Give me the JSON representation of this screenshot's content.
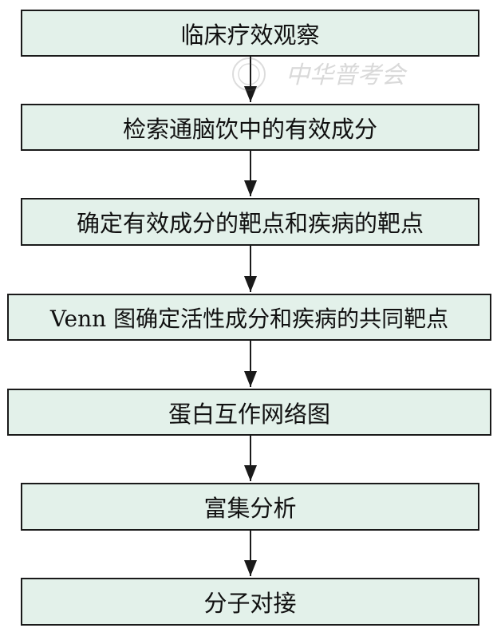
{
  "flowchart": {
    "steps": [
      {
        "label": "临床疗效观察"
      },
      {
        "label": "检索通脑饮中的有效成分"
      },
      {
        "label": "确定有效成分的靶点和疾病的靶点"
      },
      {
        "label": "Venn 图确定活性成分和疾病的共同靶点"
      },
      {
        "label": "蛋白互作网络图"
      },
      {
        "label": "富集分析"
      },
      {
        "label": "分子对接"
      }
    ]
  },
  "watermark": {
    "text": "中华普考会"
  },
  "colors": {
    "box_fill": "#e3f1ea",
    "box_border": "#1a1a1a",
    "arrow": "#1a1a1a"
  }
}
